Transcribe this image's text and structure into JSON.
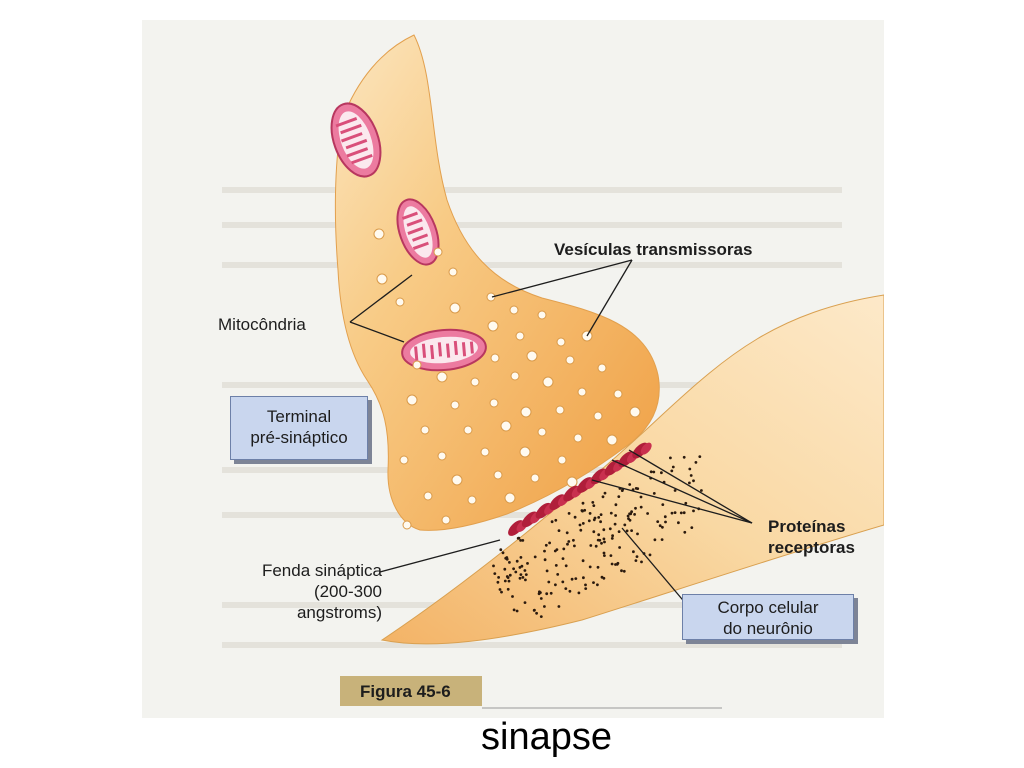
{
  "labels": {
    "vesicles": "Vesículas transmissoras",
    "mitochondria": "Mitocôndria",
    "presynaptic_terminal": [
      "Terminal",
      "pré-sináptico"
    ],
    "receptor_proteins": [
      "Proteínas",
      "receptoras"
    ],
    "synaptic_cleft": [
      "Fenda sináptica",
      "(200-300",
      "angstroms)"
    ],
    "cell_body": [
      "Corpo celular",
      "do neurônio"
    ],
    "figure_number": "Figura 45-6"
  },
  "caption": "sinapse",
  "colors": {
    "terminal": "#f2aa52",
    "terminal_light": "#fbe3ba",
    "mitochondria": "#d94f7a",
    "receptor": "#b01e3a",
    "label_box": "#c9d6ee",
    "figure_tag": "#c8b27a"
  }
}
